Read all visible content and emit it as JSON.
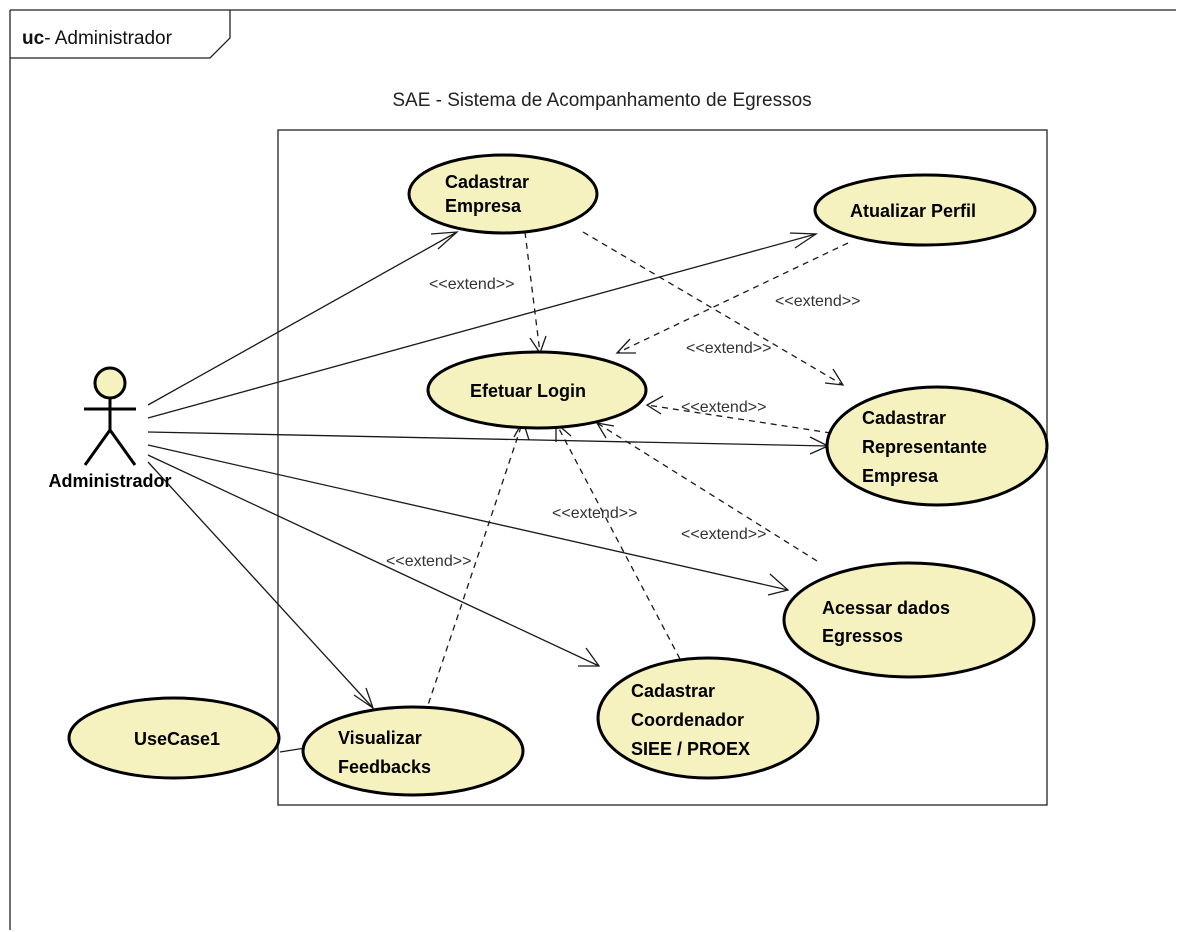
{
  "frame": {
    "keyword": "uc",
    "name": "- Administrador"
  },
  "system": {
    "title": "SAE - Sistema de Acompanhamento de Egressos"
  },
  "actor": {
    "name": "Administrador"
  },
  "use_cases": {
    "cadastrar_empresa": [
      "Cadastrar",
      "Empresa"
    ],
    "atualizar_perfil": [
      "Atualizar Perfil"
    ],
    "efetuar_login": [
      "Efetuar Login"
    ],
    "cadastrar_representante": [
      "Cadastrar",
      "Representante",
      "Empresa"
    ],
    "acessar_dados": [
      "Acessar dados",
      "Egressos"
    ],
    "cadastrar_coordenador": [
      "Cadastrar",
      "Coordenador",
      "SIEE / PROEX"
    ],
    "visualizar_feedbacks": [
      "Visualizar",
      "Feedbacks"
    ],
    "usecase1": [
      "UseCase1"
    ]
  },
  "extend_label": "<<extend>>",
  "colors": {
    "use_case_fill": "#f6f2bf",
    "line": "#1a1a1a"
  }
}
